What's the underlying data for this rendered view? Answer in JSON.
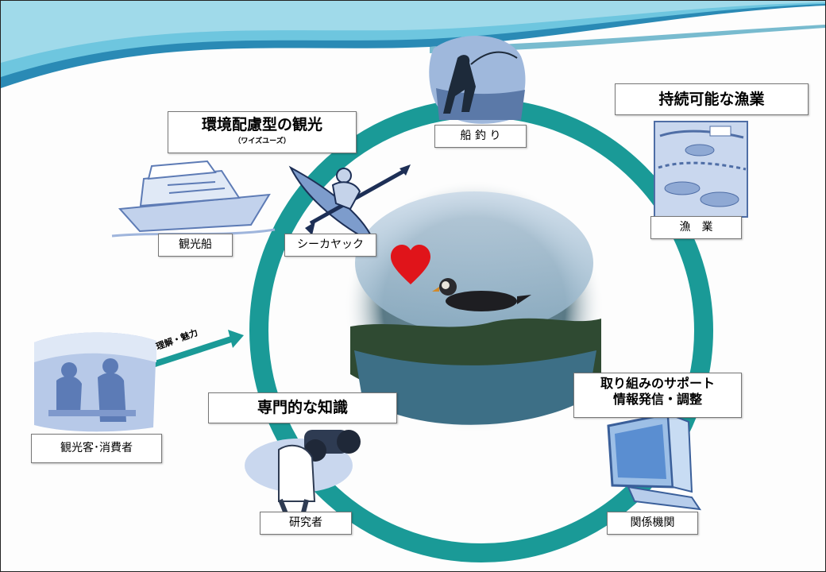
{
  "titles": {
    "eco_tourism": "環境配慮型の観光",
    "eco_tourism_sub": "（ワイズユーズ）",
    "sustainable_fishery": "持続可能な漁業",
    "expert_knowledge": "専門的な知識",
    "support_line1": "取り組みのサポート",
    "support_line2": "情報発信・調整"
  },
  "labels": {
    "boat_fishing": "船 釣 り",
    "sightseeing_boat": "観光船",
    "sea_kayak": "シーカヤック",
    "fishery": "漁　業",
    "tourists_consumers": "観光客･消費者",
    "researchers": "研究者",
    "agencies": "関係機関"
  },
  "arrow_label": "理解・魅力",
  "colors": {
    "ring": "#1a9a97",
    "clipart": "#8fa9d4",
    "heart": "#e0141a"
  }
}
